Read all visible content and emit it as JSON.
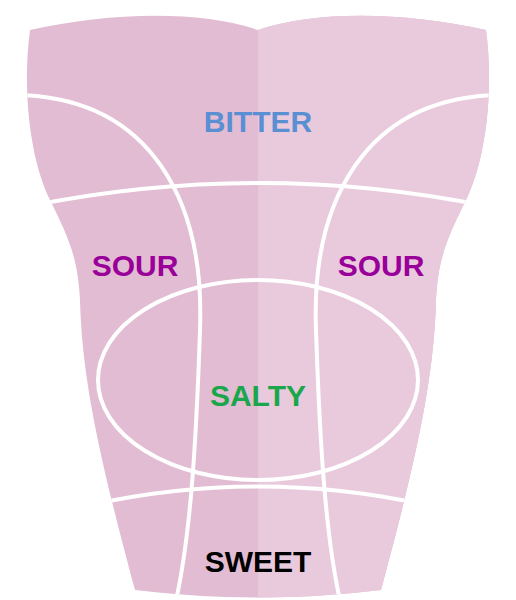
{
  "diagram": {
    "labels": [
      "BITTER",
      "SOUR",
      "SOUR",
      "SALTY",
      "SWEET"
    ]
  }
}
